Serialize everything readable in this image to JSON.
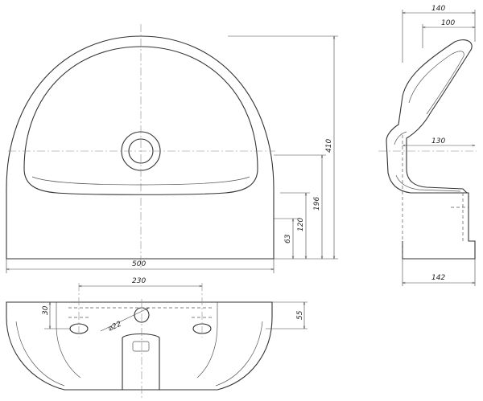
{
  "dimensions": {
    "width_500": "500",
    "height_410": "410",
    "height_196": "196",
    "height_120": "120",
    "height_63": "63",
    "depth_140": "140",
    "depth_100": "100",
    "depth_130": "130",
    "depth_142": "142",
    "spacing_230": "230",
    "edge_30": "30",
    "edge_55": "55",
    "hole_dia_22": "⌀22"
  }
}
